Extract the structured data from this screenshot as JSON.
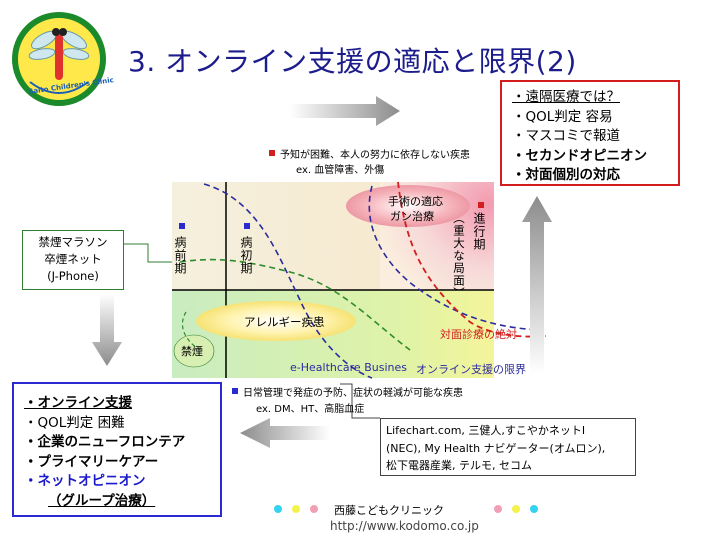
{
  "title": "3. オンライン支援の適応と限界(2)",
  "logo": {
    "text": "Saito Children's Clinic"
  },
  "red_box": {
    "items": [
      {
        "text": "・遠隔医療では？",
        "underline": true
      },
      {
        "text": "・QOL判定 容易"
      },
      {
        "text": "・マスコミで報道"
      },
      {
        "text": "・セカンドオピニオン"
      },
      {
        "text": "・対面個別の対応"
      }
    ]
  },
  "top_note": {
    "line1": "予知が困難、本人の努力に依存しない疾患",
    "line2": "ex. 血管障害、外傷"
  },
  "bottom_note": {
    "line1": "日常管理で発症の予防、症状の軽減が可能な疾患",
    "line2": "ex. DM、HT、高脂血症"
  },
  "chart": {
    "label_prestage": "病前期",
    "label_early": "病初期",
    "label_advanced": "進行期",
    "label_advanced_sub": "（重大な局面）",
    "surgery_label1": "手術の適応",
    "surgery_label2": "ガン治療",
    "allergy_label": "アレルギー疾患",
    "nosmoke_label": "禁煙",
    "ehealth_label": "e-Healthcare Busines",
    "online_limit_label": "オンライン支援の限界",
    "face_limit_label": "対面診療の絶対"
  },
  "smoke_box": {
    "line1": "禁煙マラソン",
    "line2": "卒煙ネット",
    "line3": "(J-Phone)"
  },
  "blue_box": {
    "items": [
      {
        "text": "・オンライン支援",
        "underline": true
      },
      {
        "text": "・QOL判定 困難"
      },
      {
        "text": "・企業のニューフロンテア"
      },
      {
        "text": "・プライマリーケアー"
      },
      {
        "text": "・ネットオピニオン",
        "color": "#1a1acc"
      },
      {
        "text": "（グループ治療）",
        "underline": true
      }
    ]
  },
  "service_box": {
    "line1": "Lifechart.com, 三健人,すこやかネットI",
    "line2": "(NEC), My Health ナビゲーター(オムロン),",
    "line3": "松下電器産業, テルモ, セコム"
  },
  "footer": {
    "clinic": "西藤こどもクリニック",
    "url": "http://www.kodomo.co.jp"
  },
  "colors": {
    "title": "#1c1c8c",
    "red": "#d21e1e",
    "blue": "#2a2ad0",
    "green": "#2e7d32"
  }
}
